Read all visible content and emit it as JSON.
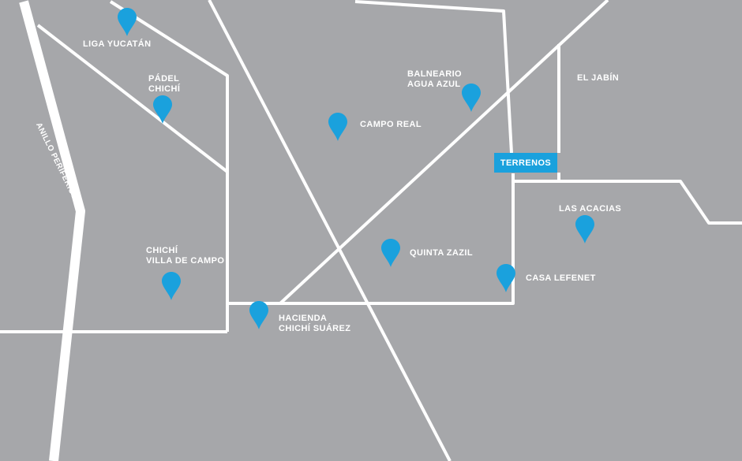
{
  "map": {
    "background_color": "#a6a7aa",
    "road_color": "#ffffff",
    "pin_color": "#1aa1dd",
    "road_label": "ANILLO PERIFÉRICO",
    "highlight": {
      "label": "TERRENOS",
      "color": "#1aa1dd"
    },
    "places": [
      {
        "id": "liga-yucatan",
        "lines": [
          "LIGA YUCATÁN"
        ]
      },
      {
        "id": "padel-chichi",
        "lines": [
          "PÁDEL",
          "CHICHÍ"
        ]
      },
      {
        "id": "campo-real",
        "lines": [
          "CAMPO REAL"
        ]
      },
      {
        "id": "balneario-agua-azul",
        "lines": [
          "BALNEARIO",
          "AGUA AZUL"
        ]
      },
      {
        "id": "el-jabin",
        "lines": [
          "EL JABÍN"
        ]
      },
      {
        "id": "las-acacias",
        "lines": [
          "LAS ACACIAS"
        ]
      },
      {
        "id": "quinta-zazil",
        "lines": [
          "QUINTA ZAZIL"
        ]
      },
      {
        "id": "casa-lefenet",
        "lines": [
          "CASA LEFENET"
        ]
      },
      {
        "id": "chichi-villa-de-campo",
        "lines": [
          "CHICHÍ",
          "VILLA DE CAMPO"
        ]
      },
      {
        "id": "hacienda-chichi-suarez",
        "lines": [
          "HACIENDA",
          "CHICHÍ SUÁREZ"
        ]
      }
    ]
  }
}
